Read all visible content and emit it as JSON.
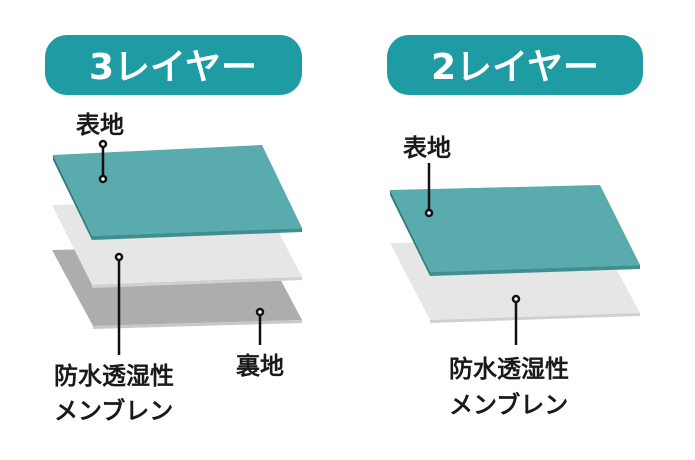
{
  "left": {
    "title": "3レイヤー",
    "labels": {
      "outer": "表地",
      "membrane_line1": "防水透湿性",
      "membrane_line2": "メンブレン",
      "lining": "裏地"
    }
  },
  "right": {
    "title": "2レイヤー",
    "labels": {
      "outer": "表地",
      "membrane_line1": "防水透湿性",
      "membrane_line2": "メンブレン"
    }
  },
  "colors": {
    "pill": "#1f9ba4",
    "outer": "#5aabae",
    "outer_edge": "#2f7d80",
    "membrane": "#e6e6e6",
    "lining": "#adadad"
  }
}
